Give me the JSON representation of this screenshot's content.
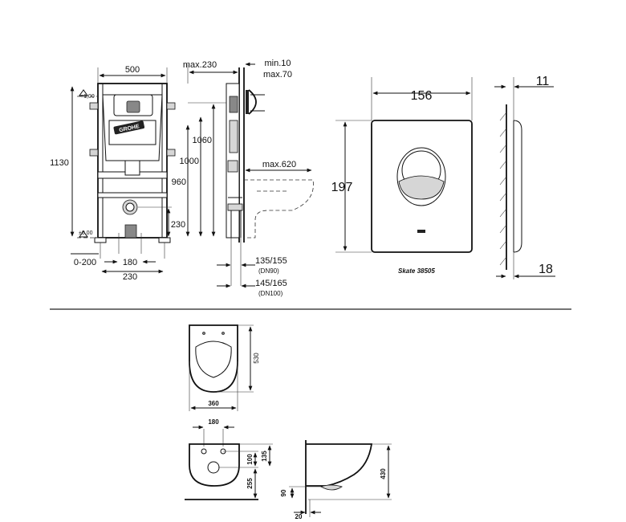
{
  "frame": {
    "width_label": "500",
    "height_label": "1130",
    "plus_level": "+1,00",
    "zero_level": "±0,00",
    "floor_adjust": "0-200",
    "leg_spacing": "180",
    "base_spacing": "230",
    "outlet_height": "230",
    "brand_label": "GROHE"
  },
  "side": {
    "depth_max": "max.230",
    "plate_min": "min.10",
    "plate_max": "max.70",
    "h1060": "1060",
    "h1000": "1000",
    "h960": "960",
    "bowl_max": "max.620",
    "pipe_dn90": "135/155",
    "pipe_dn90_note": "(DN90)",
    "pipe_dn100": "145/165",
    "pipe_dn100_note": "(DN100)"
  },
  "plate": {
    "width_label": "156",
    "height_label": "197",
    "depth_label": "11",
    "offset_label": "18",
    "model_label": "Skate 38505"
  },
  "bowl": {
    "length_label": "530",
    "width_label": "360",
    "bolt_spacing": "180",
    "dim_135": "135",
    "dim_100": "100",
    "dim_255": "255",
    "dim_90": "90",
    "dim_20": "20",
    "height_label": "430"
  }
}
